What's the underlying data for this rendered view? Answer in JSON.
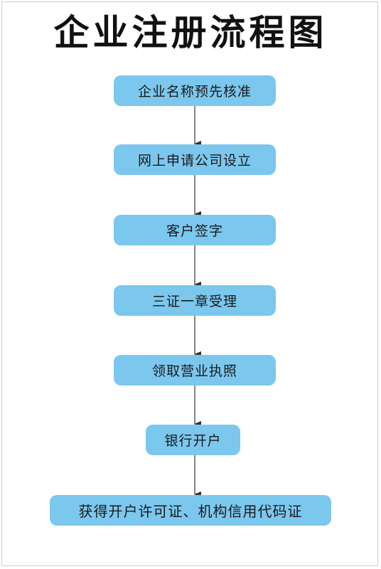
{
  "title": "企业注册流程图",
  "steps": [
    "企业名称预先核准",
    "网上申请公司设立",
    "客户签字",
    "三证一章受理",
    "领取营业执照",
    "银行开户",
    "获得开户许可证、机构信用代码证"
  ],
  "colors": {
    "box_fill": "#7cc7ee",
    "arrow": "#333333",
    "title": "#111111"
  }
}
